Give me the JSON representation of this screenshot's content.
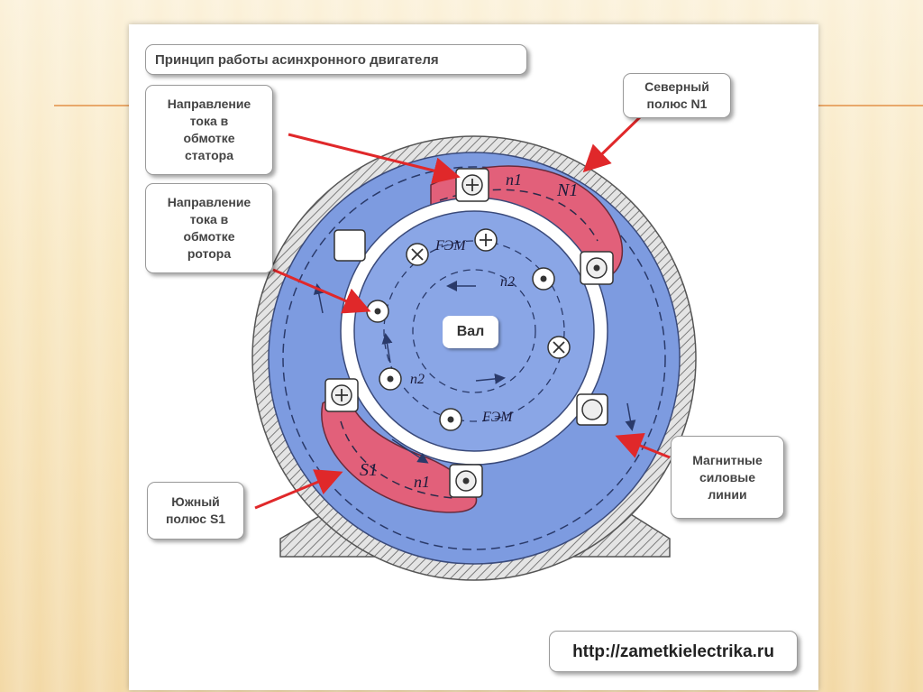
{
  "title": "Принцип работы асинхронного двигателя",
  "labels": {
    "stator_current": "Направление\nтока в\nобмотке\nстатора",
    "rotor_current": "Направление\nтока в\nобмотке\nротора",
    "north_pole": "Северный\nполюс N1",
    "south_pole": "Южный\nполюс S1",
    "field_lines": "Магнитные\nсиловые\nлинии",
    "shaft": "Вал"
  },
  "symbols": {
    "n1_top": "n1",
    "n1_bottom": "n1",
    "n2_top": "n2",
    "n2_bottom": "n2",
    "N1": "N1",
    "S1": "S1",
    "fem_top": "FЭМ",
    "fem_bottom": "FЭМ"
  },
  "url": "http://zametkielectrika.ru",
  "colors": {
    "stator_blue": "#7d9be0",
    "rotor_blue": "#8aa6e6",
    "pole_red": "#e2607a",
    "arrow_red": "#e0282a",
    "housing_hatch": "#8a8a8a",
    "accent_line": "#e8a86a"
  }
}
